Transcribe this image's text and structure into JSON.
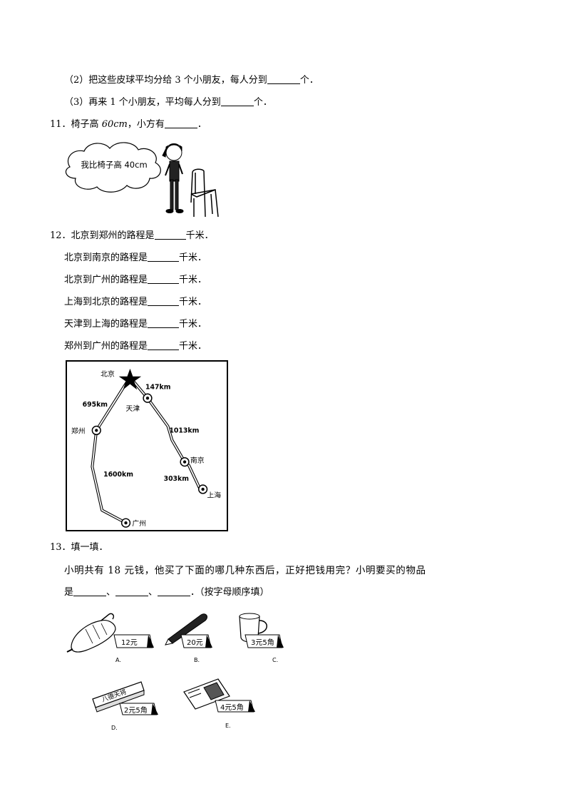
{
  "q10": {
    "line2": "（2）把这些皮球平均分给 3 个小朋友，每人分到",
    "line2_end": "个．",
    "line3": "（3）再来 1 个小朋友，平均每人分到",
    "line3_end": "个．"
  },
  "q11": {
    "num": "11．",
    "text_a": "椅子高 ",
    "text_b": "60",
    "text_c": "cm",
    "text_d": "，小方有",
    "text_end": "．",
    "speech": "我比椅子高 40cm"
  },
  "q12": {
    "num": "12．",
    "rows": [
      {
        "label": "北京到郑州的路程是",
        "unit": "千米．"
      },
      {
        "label": "北京到南京的路程是",
        "unit": "千米．"
      },
      {
        "label": "北京到广州的路程是",
        "unit": "千米．"
      },
      {
        "label": "上海到北京的路程是",
        "unit": "千米．"
      },
      {
        "label": "天津到上海的路程是",
        "unit": "千米．"
      },
      {
        "label": "郑州到广州的路程是",
        "unit": "千米．"
      }
    ],
    "map": {
      "beijing": "北京",
      "tianjin": "天津",
      "zhengzhou": "郑州",
      "nanjing": "南京",
      "shanghai": "上海",
      "guangzhou": "广州",
      "d_bj_tj": "147km",
      "d_bj_zz": "695km",
      "d_tj_nj": "1013km",
      "d_nj_sh": "303km",
      "d_zz_gz": "1600km"
    }
  },
  "q13": {
    "num": "13．",
    "title": "填一填．",
    "line1": "小明共有 18 元钱，他买了下面的哪几种东西后，正好把钱用完？小明要买的物品",
    "line2_a": "是",
    "sep": "、",
    "line2_end": "．（按字母顺序填）",
    "items": [
      {
        "letter": "A.",
        "price": "12元"
      },
      {
        "letter": "B.",
        "price": "20元"
      },
      {
        "letter": "C.",
        "price": "3元5角"
      },
      {
        "letter": "D.",
        "price": "2元5角"
      },
      {
        "letter": "E.",
        "price": "4元5角"
      }
    ],
    "pencil_box_text": "八德天将"
  }
}
